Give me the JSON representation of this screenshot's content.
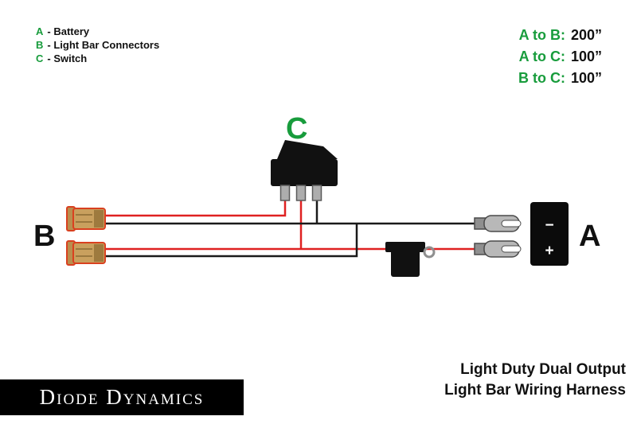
{
  "colors": {
    "accent_green": "#189c3c",
    "wire_red": "#df2121",
    "wire_black": "#1a1a1a",
    "connector_tan": "#c9a05e",
    "connector_outline": "#d9401f"
  },
  "legend": {
    "items": [
      {
        "key": "A",
        "label": "- Battery"
      },
      {
        "key": "B",
        "label": "- Light Bar Connectors"
      },
      {
        "key": "C",
        "label": "- Switch"
      }
    ]
  },
  "measurements": {
    "items": [
      {
        "pair": "A to B:",
        "value": "200”"
      },
      {
        "pair": "A to C:",
        "value": "100”"
      },
      {
        "pair": "B to C:",
        "value": "100”"
      }
    ]
  },
  "diagram": {
    "label_a": "A",
    "label_b": "B",
    "label_c": "C",
    "battery": {
      "minus": "−",
      "plus": "+"
    }
  },
  "footer": {
    "brand": "Diode Dynamics",
    "product_line1": "Light Duty Dual Output",
    "product_line2": "Light Bar Wiring Harness"
  }
}
